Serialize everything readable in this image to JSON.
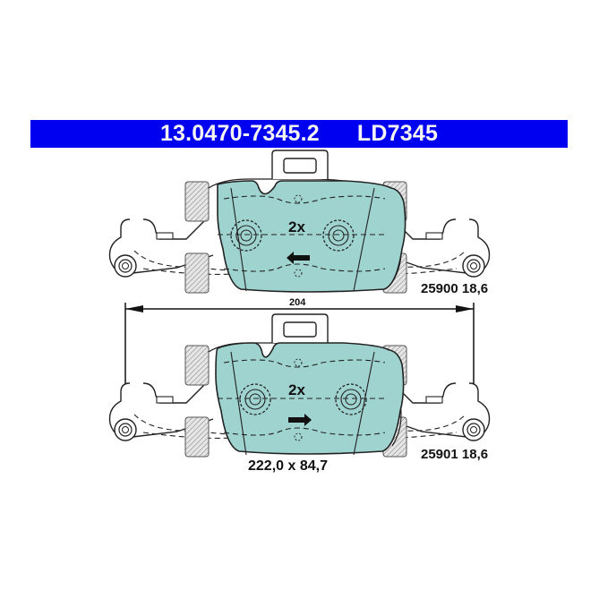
{
  "header": {
    "part_number": "13.0470-7345.2",
    "ref_code": "LD7345",
    "background_color": "#0000F0",
    "text_color": "#F4F4F4"
  },
  "pads": [
    {
      "position": "top",
      "quantity_label": "2x",
      "arrow_direction": "left",
      "wear_indicator_code": "25900",
      "thickness": "18,6"
    },
    {
      "position": "bottom",
      "quantity_label": "2x",
      "arrow_direction": "right",
      "wear_indicator_code": "25901",
      "thickness": "18,6"
    }
  ],
  "dimensions": {
    "span_label": "204",
    "pad_size_label": "222,0 x 84,7"
  },
  "colors": {
    "pad_fill": "#9fd3cf",
    "outline": "#222222",
    "hatch": "#888888"
  }
}
